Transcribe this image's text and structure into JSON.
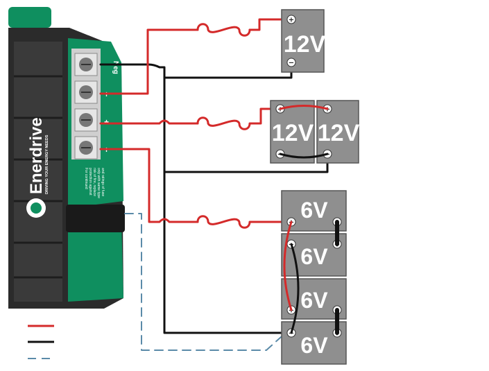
{
  "charger": {
    "brand": "Enerdrive",
    "tagline": "DRIVING YOUR ENERGY NEEDS",
    "neg_label": "Neg",
    "pos_symbol": "+",
    "warning_text": [
      "For continued",
      "protection against",
      "risk of fire, replace",
      "only with same type",
      "and ratings of fuse"
    ],
    "body_color": "#2b2b2b",
    "green_color": "#0f8f5f"
  },
  "banks": [
    {
      "id": "bank-1",
      "batteries": [
        {
          "label": "12V"
        }
      ]
    },
    {
      "id": "bank-2",
      "batteries": [
        {
          "label": "12V"
        },
        {
          "label": "12V"
        }
      ]
    },
    {
      "id": "bank-3",
      "batteries": [
        {
          "label": "6V"
        },
        {
          "label": "6V"
        },
        {
          "label": "6V"
        },
        {
          "label": "6V"
        }
      ]
    }
  ],
  "terminal_symbols": {
    "positive": "+",
    "negative": "−"
  },
  "legend": [
    {
      "style": "red-solid",
      "color": "#d42a2a"
    },
    {
      "style": "black-solid",
      "color": "#111111"
    },
    {
      "style": "blue-dashed",
      "color": "#5a8aa8"
    }
  ],
  "colors": {
    "positive_wire": "#d42a2a",
    "negative_wire": "#111111",
    "sensor_wire": "#5a8aa8",
    "battery": "#8f8f8f"
  }
}
